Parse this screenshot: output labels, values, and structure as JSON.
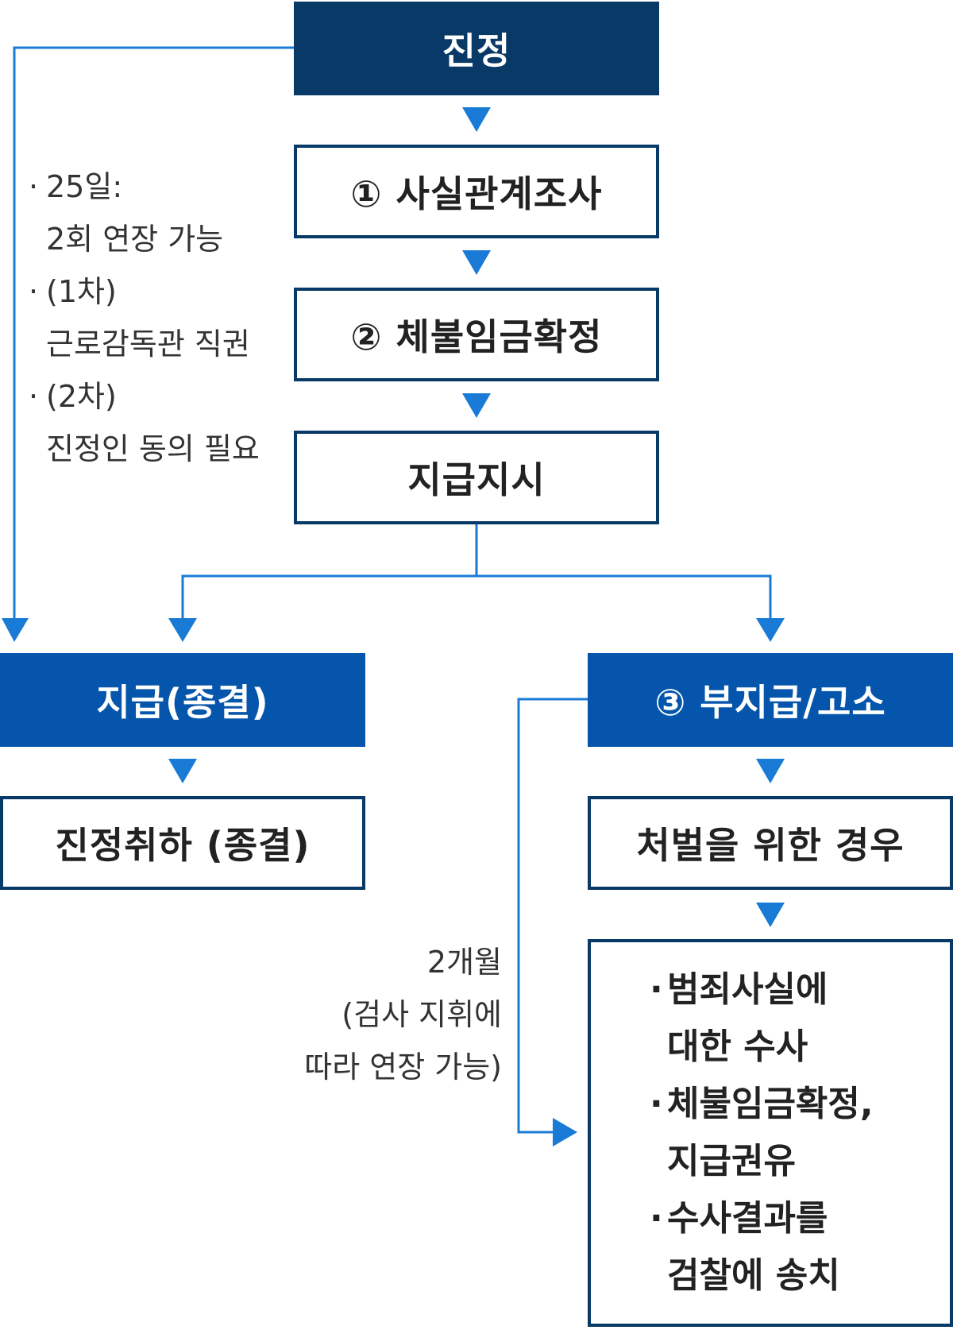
{
  "colors": {
    "dark_navy": "#093966",
    "blue": "#0455ab",
    "arrow_blue": "#1a7bd6"
  },
  "nodes": {
    "petition": "진정",
    "fact_check": "① 사실관계조사",
    "wage_confirm": "② 체불임금확정",
    "payment_order": "지급지시",
    "paid_closed": "지급(종결)",
    "withdrawn": "진정취하 (종결)",
    "nonpayment_complaint": "③ 부지급/고소",
    "punishment_case": "처벌을 위한 경우"
  },
  "left_notes": {
    "items": [
      "25일:",
      "2회 연장 가능",
      "(1차)",
      "근로감독관 직권",
      "(2차)",
      "진정인 동의 필요"
    ]
  },
  "right_note": {
    "lines": [
      "2개월",
      "(검사 지휘에",
      "따라 연장 가능)"
    ]
  },
  "investigation_box": {
    "lines": [
      "범죄사실에",
      "대한 수사",
      "체불임금확정,",
      "지급권유",
      "수사결과를",
      "검찰에 송치"
    ]
  }
}
